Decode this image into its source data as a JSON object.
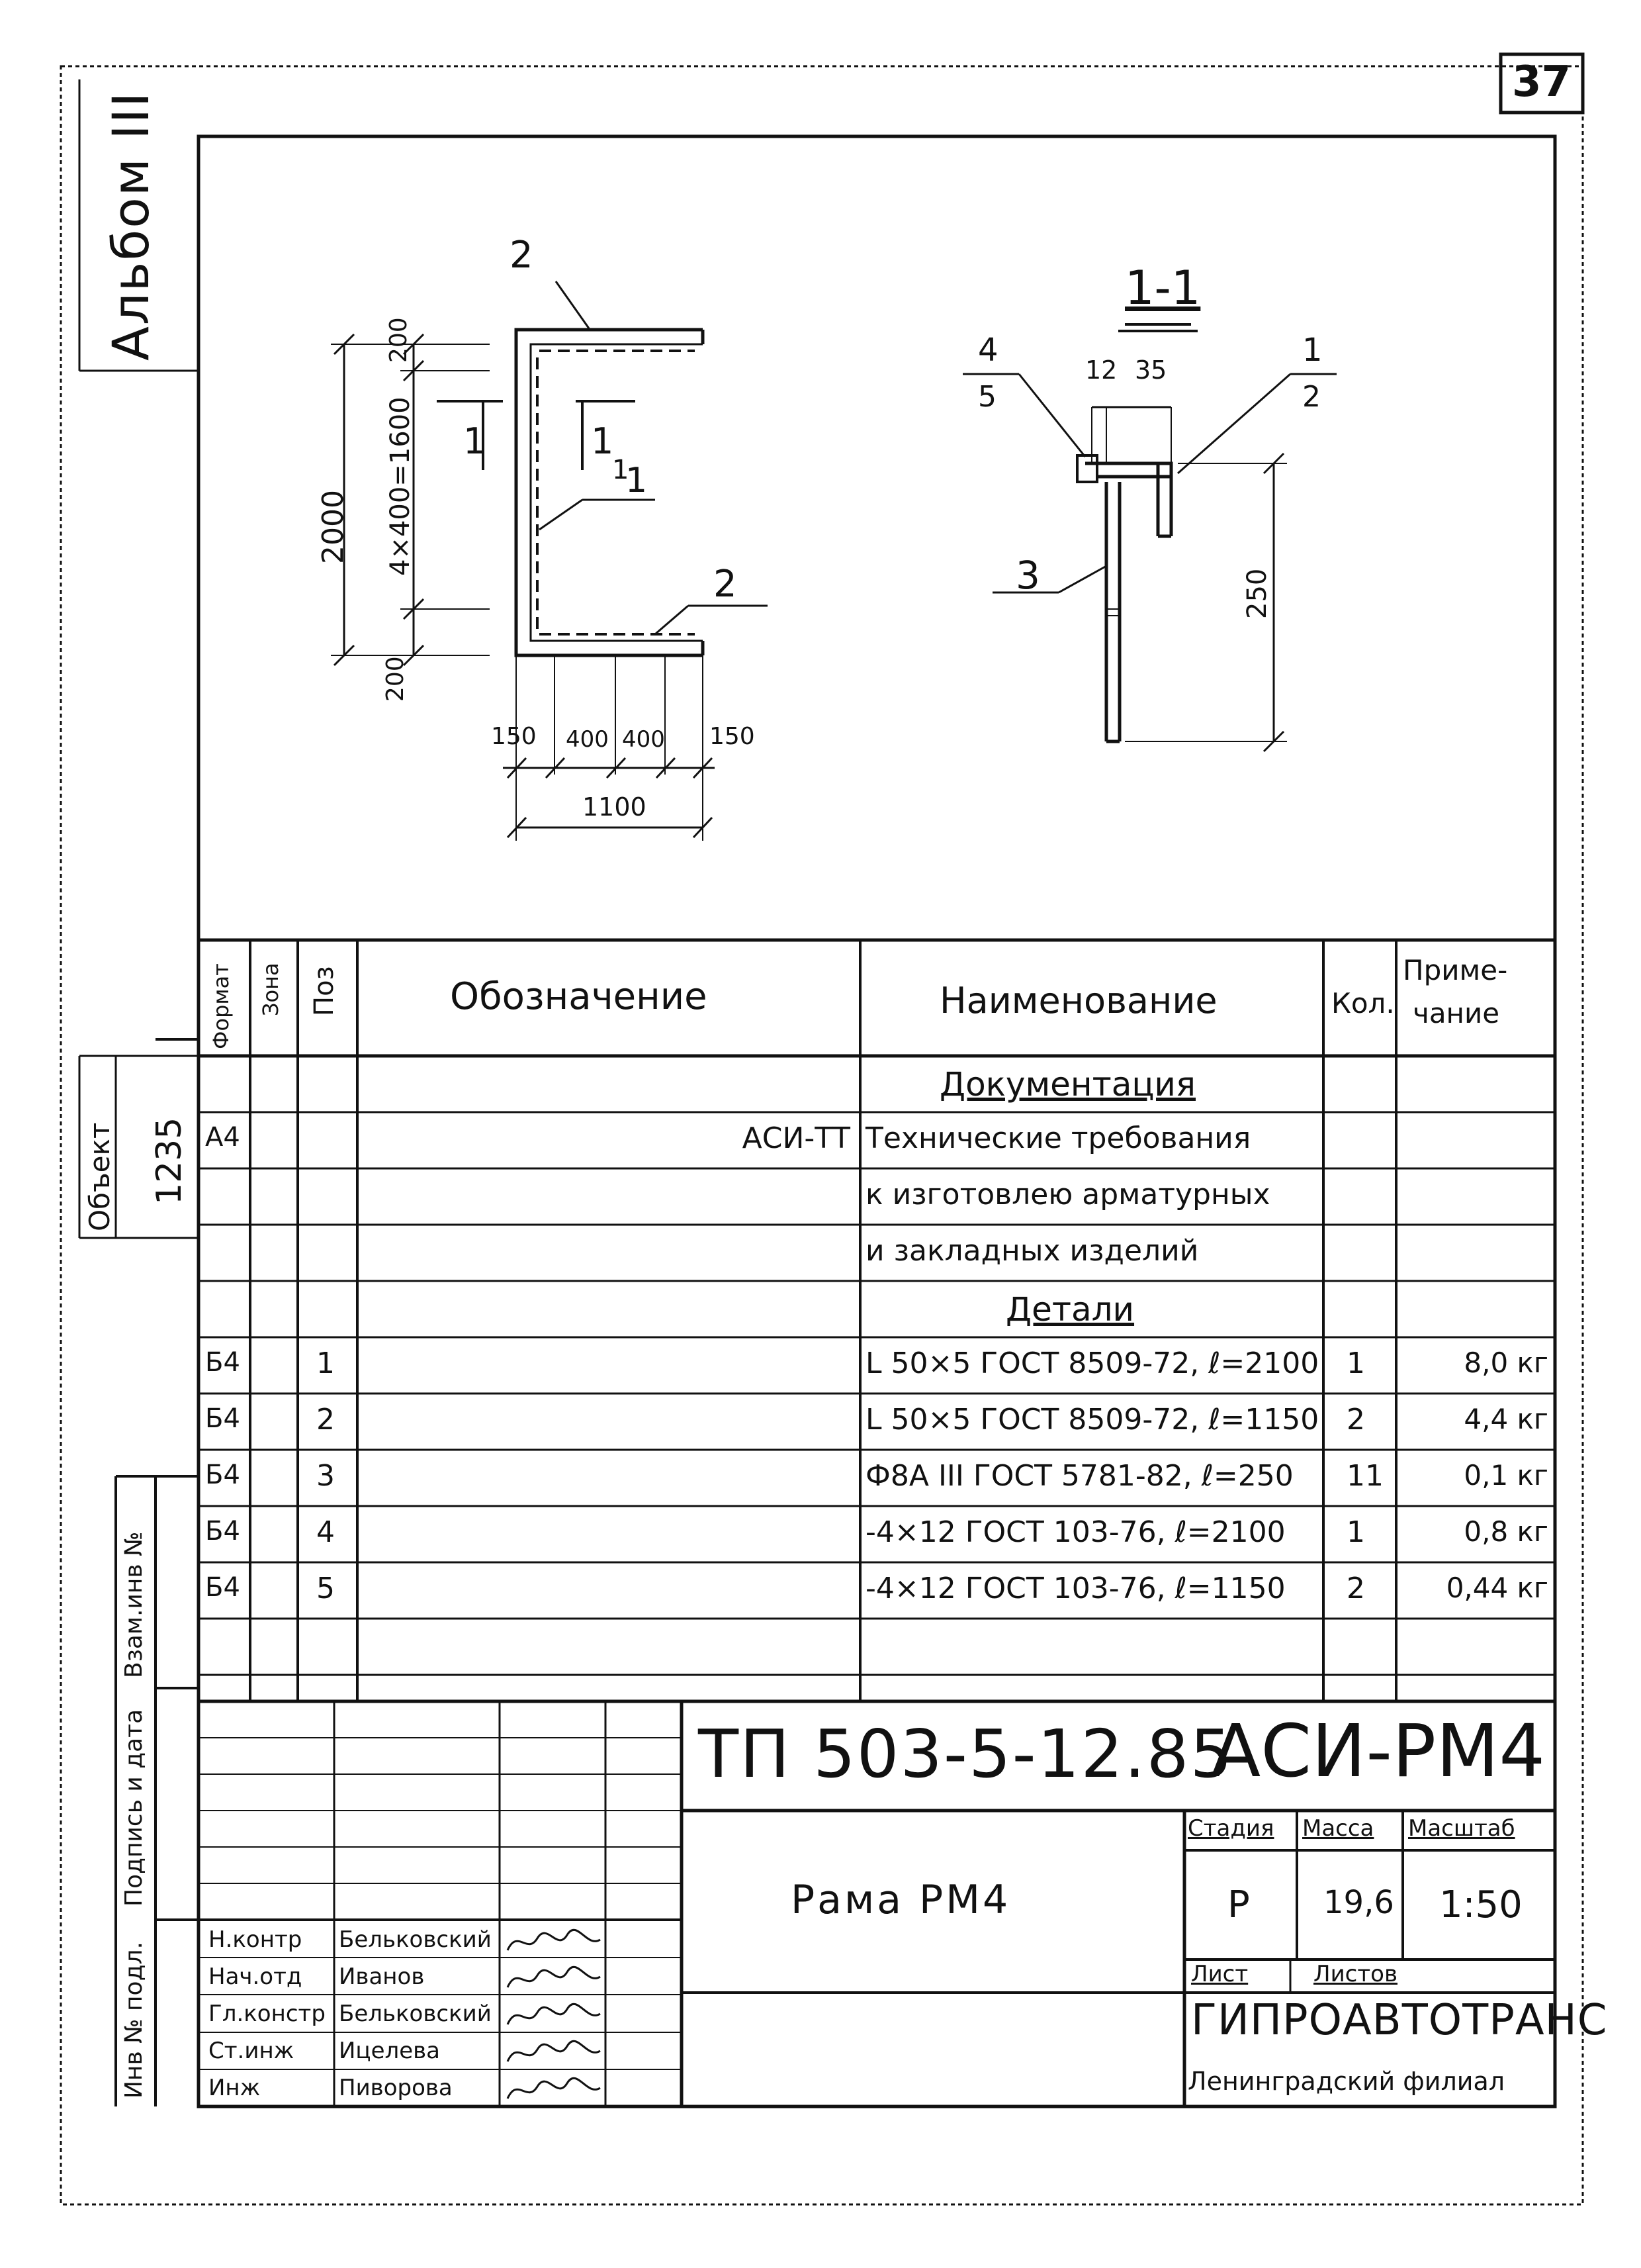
{
  "sheet": {
    "number": "37",
    "album": "Альбом III",
    "object_label": "Объект",
    "object_number": "1235"
  },
  "side_labels": {
    "inv_podl": "Инв № подл.",
    "podpis_data": "Подпись и дата",
    "vzam_inv": "Взам.инв №"
  },
  "drawing": {
    "frame": {
      "callout_top": "2",
      "callout_mid": "1",
      "callout_bottom": "2",
      "section_mark_left": "1",
      "section_mark_right": "1",
      "section_mark_sub": "1",
      "dim_overall": "2000",
      "dim_inner": "4×400=1600",
      "dim_top": "200",
      "dim_bottom": "200",
      "dim_b1": "150",
      "dim_b2": "400",
      "dim_b3": "400",
      "dim_b4": "150",
      "dim_total": "1100"
    },
    "section": {
      "title": "1-1",
      "callout_45_top": "4",
      "callout_45_bottom": "5",
      "callout_12_top": "1",
      "callout_12_bottom": "2",
      "callout_3": "3",
      "dim_12": "12",
      "dim_35": "35",
      "dim_250": "250"
    }
  },
  "spec": {
    "headers": {
      "format": "Формат",
      "zone": "Зона",
      "pos": "Поз",
      "designation": "Обозначение",
      "name": "Наименование",
      "qty": "Кол.",
      "note_line1": "Приме-",
      "note_line2": "чание"
    },
    "rows": [
      {
        "format": "",
        "pos": "",
        "designation": "",
        "name": "Документация",
        "qty": "",
        "note": "",
        "heading": true
      },
      {
        "format": "А4",
        "pos": "",
        "designation": "АСИ-ТТ",
        "name": "Технические требования",
        "qty": "",
        "note": ""
      },
      {
        "format": "",
        "pos": "",
        "designation": "",
        "name": "к изготовлею арматурных",
        "qty": "",
        "note": ""
      },
      {
        "format": "",
        "pos": "",
        "designation": "",
        "name": "и закладных изделий",
        "qty": "",
        "note": ""
      },
      {
        "format": "",
        "pos": "",
        "designation": "",
        "name": "Детали",
        "qty": "",
        "note": "",
        "heading": true
      },
      {
        "format": "Б4",
        "pos": "1",
        "designation": "",
        "name": "L 50×5 ГОСТ 8509-72, ℓ=2100",
        "qty": "1",
        "note": "8,0 кг"
      },
      {
        "format": "Б4",
        "pos": "2",
        "designation": "",
        "name": "L 50×5 ГОСТ 8509-72, ℓ=1150",
        "qty": "2",
        "note": "4,4 кг"
      },
      {
        "format": "Б4",
        "pos": "3",
        "designation": "",
        "name": "Ф8А III ГОСТ 5781-82, ℓ=250",
        "qty": "11",
        "note": "0,1 кг"
      },
      {
        "format": "Б4",
        "pos": "4",
        "designation": "",
        "name": "-4×12 ГОСТ 103-76, ℓ=2100",
        "qty": "1",
        "note": "0,8 кг"
      },
      {
        "format": "Б4",
        "pos": "5",
        "designation": "",
        "name": "-4×12 ГОСТ 103-76, ℓ=1150",
        "qty": "2",
        "note": "0,44 кг"
      },
      {
        "format": "",
        "pos": "",
        "designation": "",
        "name": "",
        "qty": "",
        "note": ""
      }
    ]
  },
  "title_block": {
    "project_code": "ТП 503-5-12.85",
    "doc_code": "АСИ-РМ4",
    "item_name": "Рама РМ4",
    "stage_label": "Стадия",
    "mass_label": "Масса",
    "scale_label": "Масштаб",
    "stage": "Р",
    "mass": "19,6",
    "scale": "1:50",
    "sheet_label": "Лист",
    "sheets_label": "Листов",
    "org": "ГИПРОАВТОТРАНС",
    "branch": "Ленинградский филиал",
    "staff": [
      {
        "role": "Н.контр",
        "name": "Бельковский"
      },
      {
        "role": "Нач.отд",
        "name": "Иванов"
      },
      {
        "role": "Гл.констр",
        "name": "Бельковский"
      },
      {
        "role": "Ст.инж",
        "name": "Ицелева"
      },
      {
        "role": "Инж",
        "name": "Пиворова"
      }
    ]
  }
}
